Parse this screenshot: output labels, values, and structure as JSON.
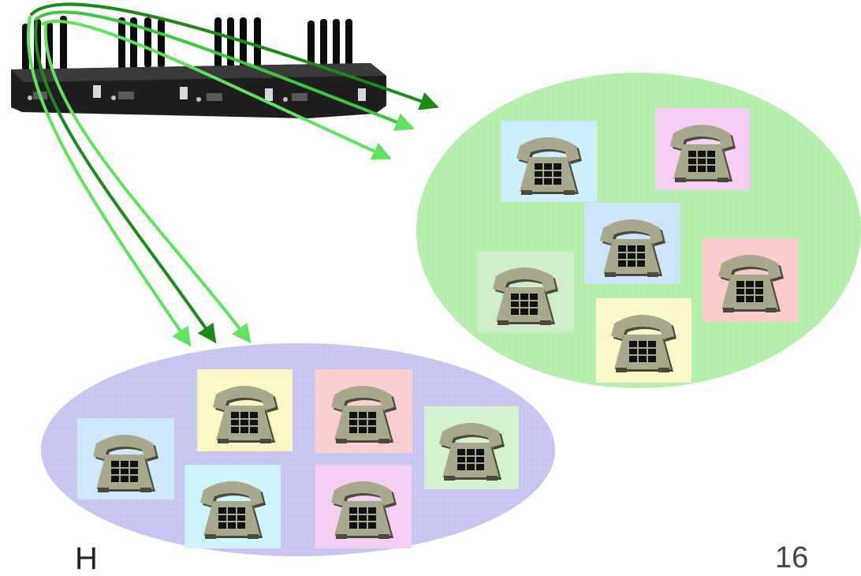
{
  "colors": {
    "background": "#ffffff",
    "right_cluster_fill": "#b8f0b0",
    "left_cluster_fill": "#c9c9f2",
    "arrow_dark": "#1a8a1a",
    "arrow_light": "#5fe35f",
    "phone_body": "#a8a88c",
    "phone_shadow": "#4a4a3c",
    "phone_keypad": "#111111",
    "gateway_body": "#1e1e1e"
  },
  "icons": {
    "device": "gsm-gateway-icon",
    "endpoint": "telephone-icon"
  },
  "clusters": [
    {
      "name": "right-cluster",
      "phones": [
        {
          "tile": "#cdeefb"
        },
        {
          "tile": "#f6cdf3"
        },
        {
          "tile": "#cde4fb"
        },
        {
          "tile": "#cfeccb"
        },
        {
          "tile": "#fbcccc"
        },
        {
          "tile": "#fbf7c8"
        }
      ]
    },
    {
      "name": "left-cluster",
      "phones": [
        {
          "tile": "#cde9fb"
        },
        {
          "tile": "#fbf6c4"
        },
        {
          "tile": "#fbcfcf"
        },
        {
          "tile": "#d4f2cf"
        },
        {
          "tile": "#cdf4fb"
        },
        {
          "tile": "#f6cdf3"
        }
      ]
    }
  ],
  "footer": {
    "left_text": "H",
    "slide_number": "16"
  }
}
